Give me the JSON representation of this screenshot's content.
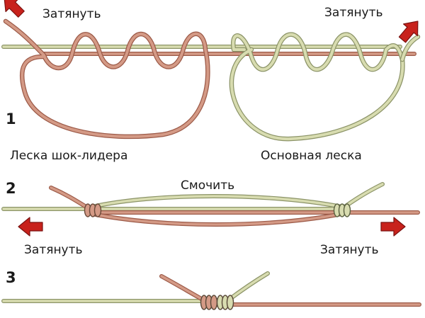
{
  "labels": {
    "tighten": "Затянуть",
    "shock_leader_line": "Леска шок-лидера",
    "main_line": "Основная леска",
    "wet": "Смочить"
  },
  "steps": [
    "1",
    "2",
    "3"
  ],
  "colors": {
    "shock_leader": "#d49a86",
    "shock_leader_edge": "#9c5a48",
    "main_line": "#d8dcb0",
    "main_line_edge": "#8c9468",
    "arrow": "#c8221c",
    "arrow_edge": "#7a1210",
    "text": "#1a1a1a"
  },
  "icons": {
    "arrow": "red-arrow-icon"
  }
}
